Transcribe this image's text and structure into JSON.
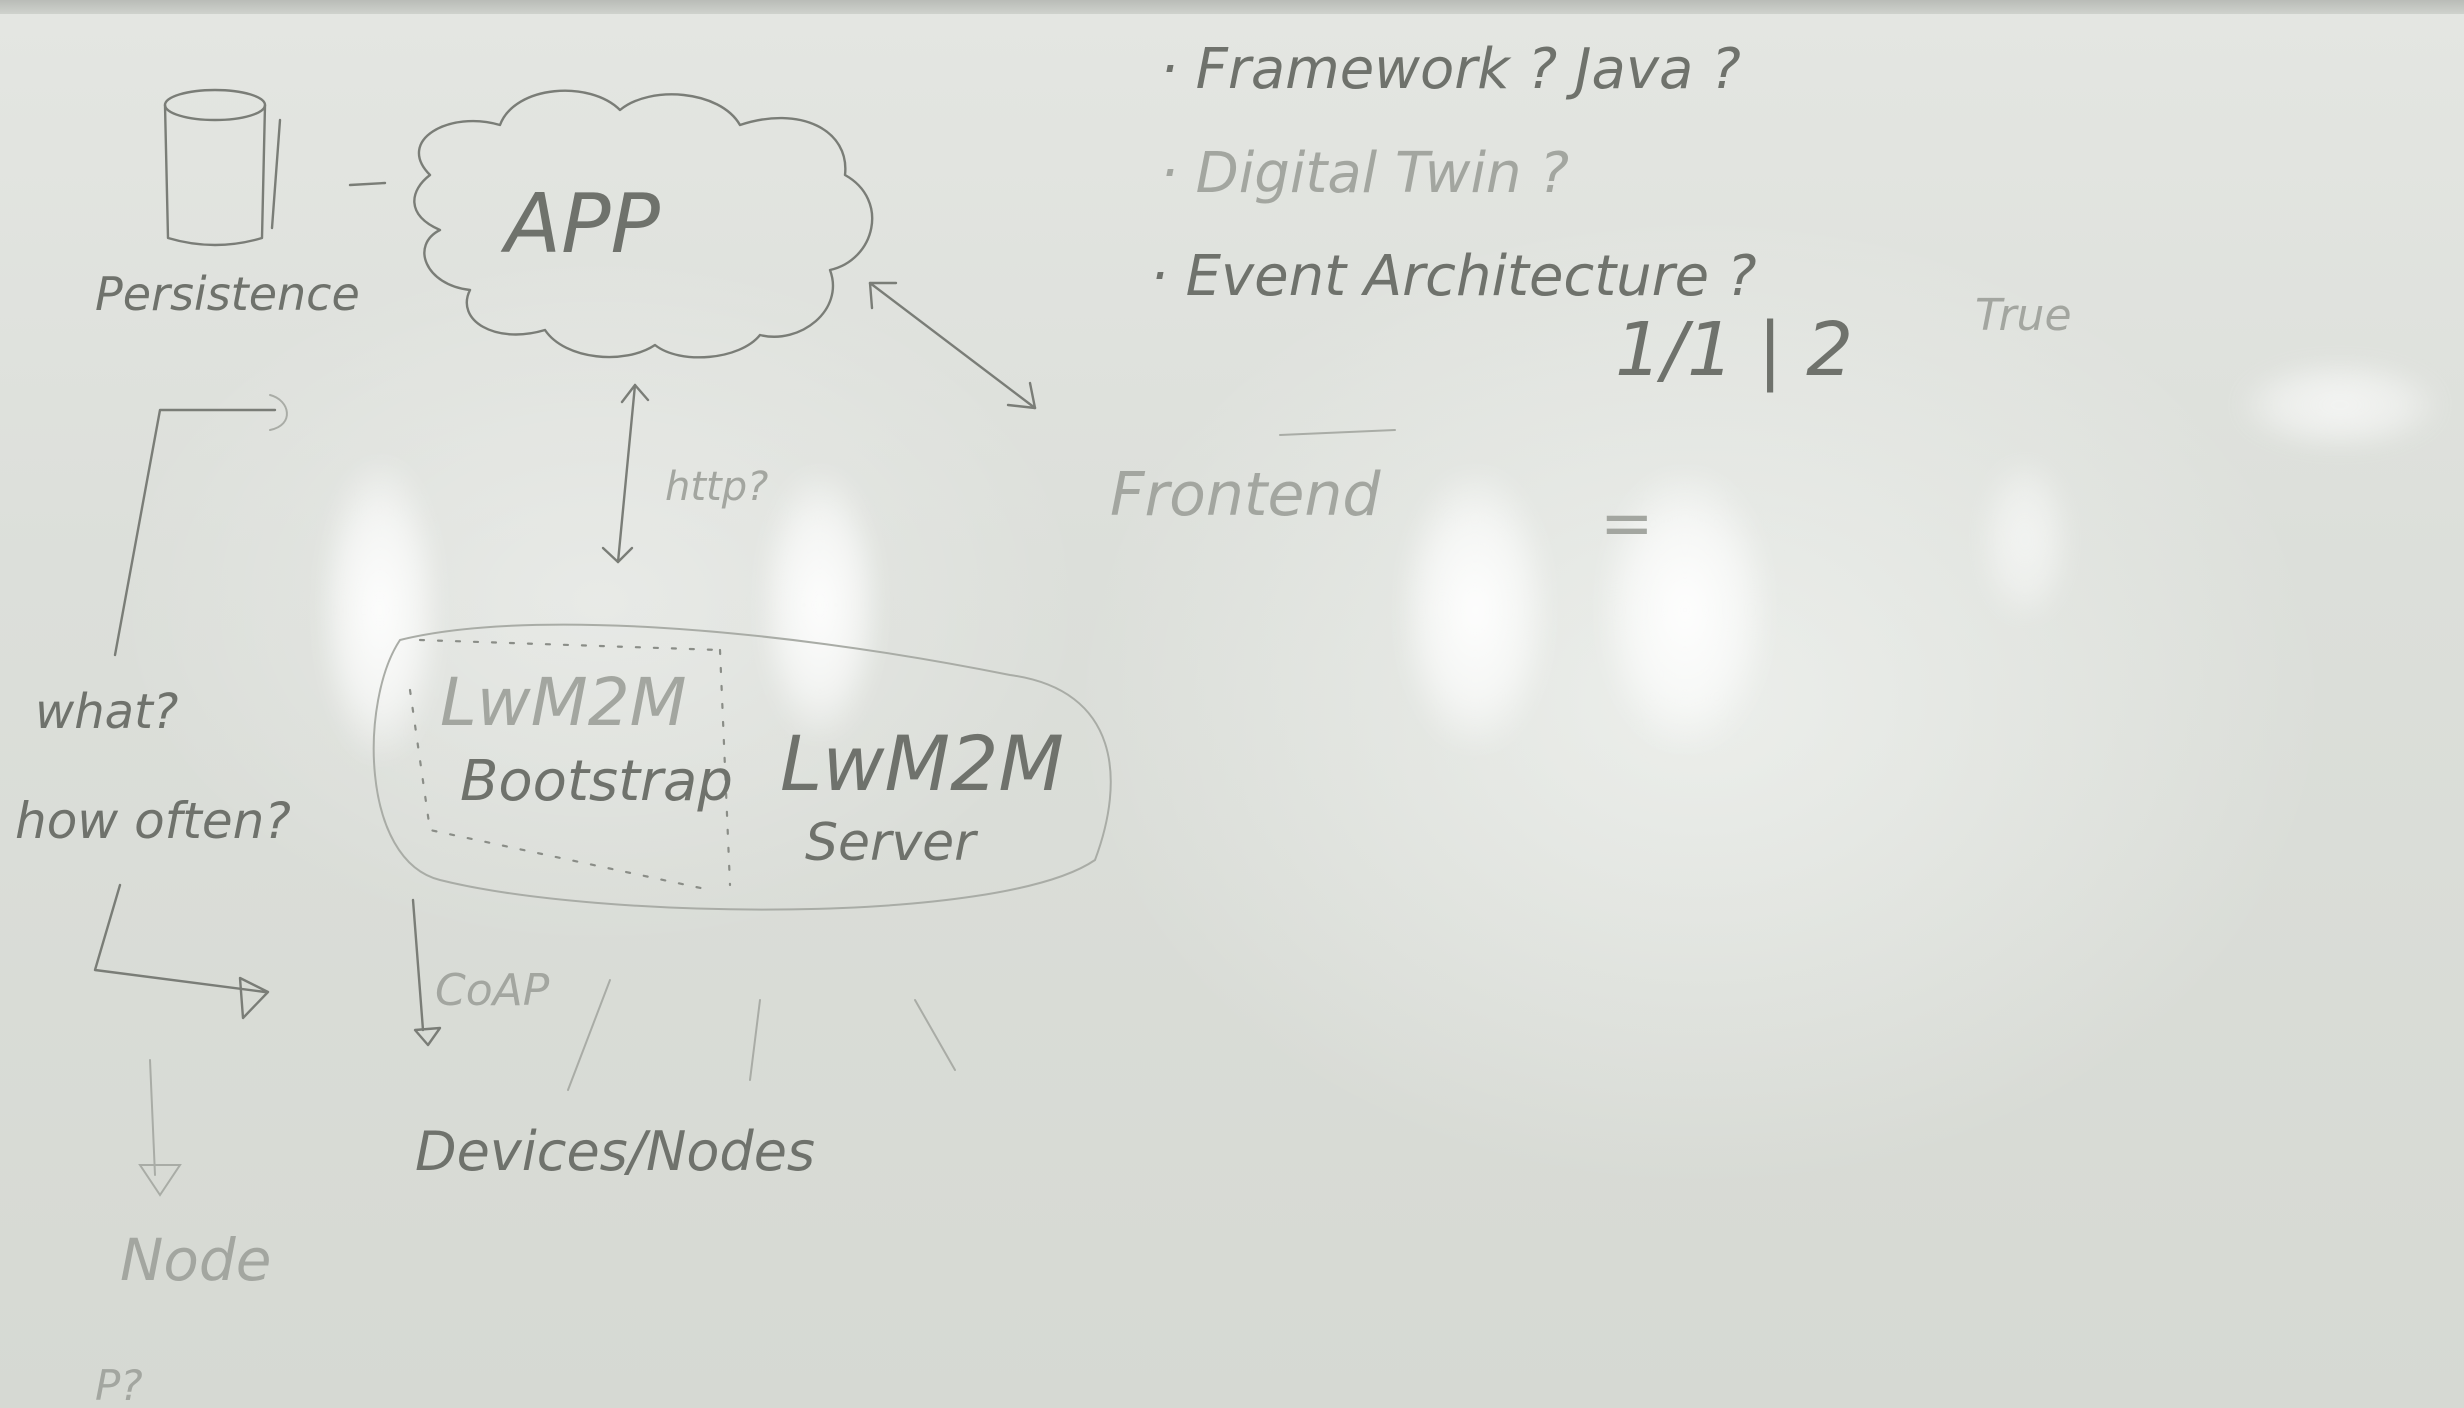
{
  "whiteboard": {
    "labels": {
      "persistence": "Persistence",
      "app": "APP",
      "http": "http?",
      "lwm2m_bootstrap_top": "LwM2M",
      "lwm2m_bootstrap_bottom": "Bootstrap",
      "lwm2m_server_top": "LwM2M",
      "lwm2m_server_bottom": "Server",
      "coap": "CoAP",
      "devices_nodes": "Devices/Nodes",
      "what": "what?",
      "how_often": "how often?",
      "node": "Node",
      "p": "P?",
      "frontend": "Frontend",
      "true_word": "True",
      "fraction": "1/1 | 2"
    },
    "notes": [
      "· Framework ? Java ?",
      "· Digital Twin ?",
      "· Event Architecture ?"
    ]
  }
}
